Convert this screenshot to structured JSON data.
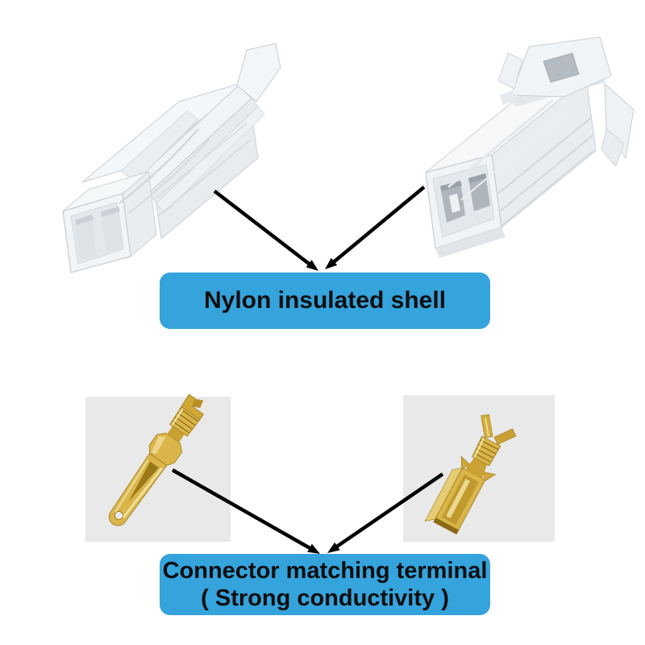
{
  "labels": {
    "shell": {
      "text": "Nylon insulated shell"
    },
    "terminal": {
      "line1": "Connector matching terminal",
      "line2": "( Strong conductivity )"
    }
  },
  "images": {
    "top_left": "male-connector-shell-photo",
    "top_right": "female-connector-shell-photo",
    "bottom_left": "male-terminal-photo",
    "bottom_right": "female-terminal-photo"
  },
  "colors": {
    "background": "#FFFFFF",
    "accent_blue": "#35A3DC",
    "label_text": "#0E0E0E",
    "arrow_black": "#000000",
    "terminal_panel_gray": "#E9E9E9",
    "shell_white": "#F5F8FA",
    "brass_gold": "#D9B54A"
  }
}
